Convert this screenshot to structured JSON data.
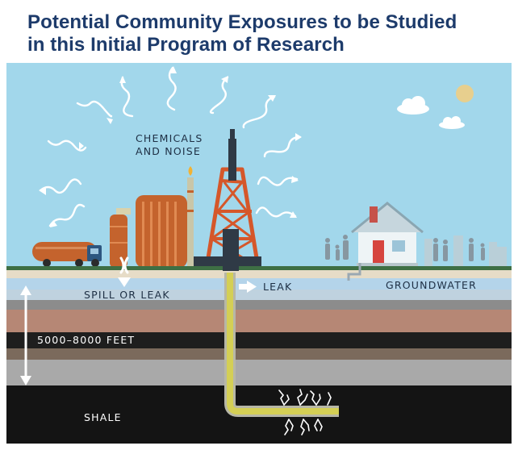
{
  "title": {
    "line1": "Potential Community Exposures to be Studied",
    "line2": "in this Initial Program of Research"
  },
  "labels": {
    "chemicals_line1": "CHEMICALS",
    "chemicals_line2": "AND NOISE",
    "spill": "SPILL OR LEAK",
    "leak": "LEAK",
    "groundwater": "GROUNDWATER",
    "depth": "5000–8000 FEET",
    "shale": "SHALE"
  },
  "colors": {
    "title": "#1d3b6b",
    "sky": "#9fd6ea",
    "ground_line": "#3e6f44",
    "groundwater": "#b4d4ea",
    "rig": "#d5572a",
    "tanks": "#c4632d",
    "pipe": "#d4cf55",
    "shale": "#141414"
  }
}
